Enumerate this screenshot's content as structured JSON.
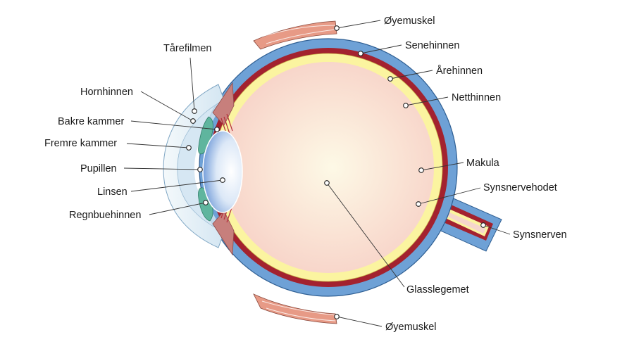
{
  "diagram": {
    "subject": "eye-cross-section",
    "labels": {
      "oyemuskel_top": "Øyemuskel",
      "senehinnen": "Senehinnen",
      "arehinnen": "Årehinnen",
      "netthinnen": "Netthinnen",
      "makula": "Makula",
      "synsnervehodet": "Synsnervehodet",
      "synsnerven": "Synsnerven",
      "glasslegemet": "Glasslegemet",
      "oyemuskel_bottom": "Øyemuskel",
      "tarefilmen": "Tårefilmen",
      "hornhinnen": "Hornhinnen",
      "bakre_kammer": "Bakre kammer",
      "fremre_kammer": "Fremre kammer",
      "pupillen": "Pupillen",
      "linsen": "Linsen",
      "regnbuehinnen": "Regnbuehinnen"
    },
    "colors": {
      "sclera": "#6ea1d6",
      "sclera_edge": "#2f5f93",
      "choroid": "#a3222f",
      "retina": "#fbf4a0",
      "vitreous_center": "#fdf9e6",
      "vitreous_edge": "#f7cfc5",
      "ciliary": "#c77f7c",
      "iris": "#5fb59e",
      "lens_center": "#ffffff",
      "lens_edge": "#4d82cf",
      "cornea": "#eef5f9",
      "muscle": "#e79a86"
    }
  }
}
